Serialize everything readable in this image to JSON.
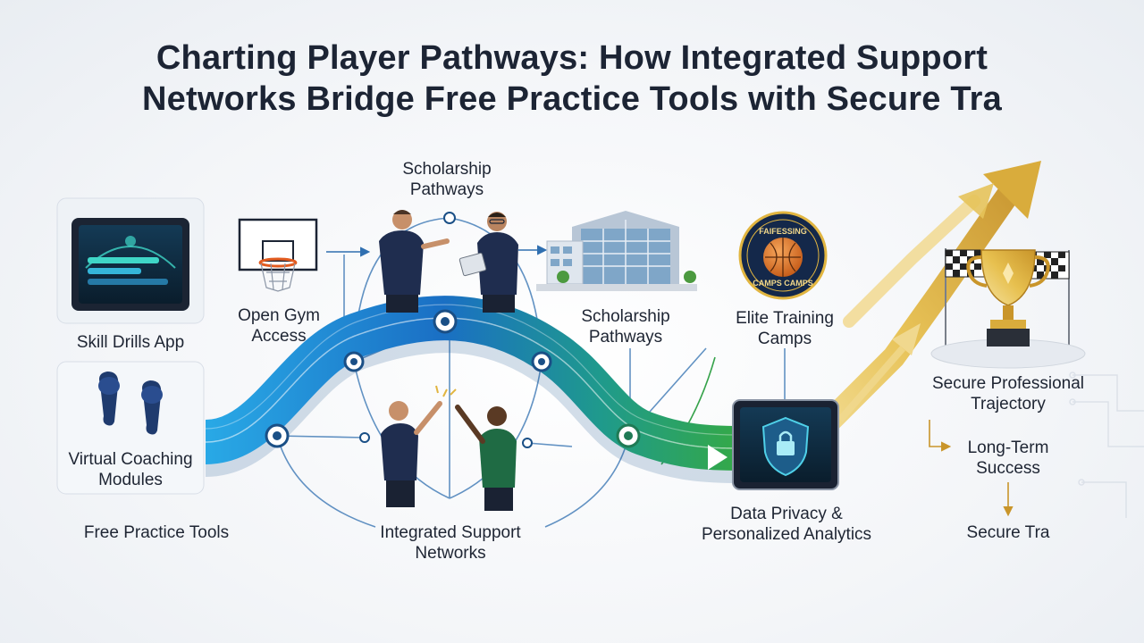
{
  "title": {
    "line1": "Charting Player Pathways: How Integrated Support",
    "line2": "Networks Bridge Free Practice Tools with Secure Tra"
  },
  "labels": {
    "skill_drills": "Skill Drills App",
    "virtual_coaching_1": "Virtual Coaching",
    "virtual_coaching_2": "Modules",
    "free_practice": "Free Practice Tools",
    "open_gym_1": "Open Gym",
    "open_gym_2": "Access",
    "scholarship_top_1": "Scholarship",
    "scholarship_top_2": "Pathways",
    "scholarship_mid_1": "Scholarship",
    "scholarship_mid_2": "Pathways",
    "integrated_1": "Integrated Support",
    "integrated_2": "Networks",
    "elite_1": "Elite Training",
    "elite_2": "Camps",
    "privacy_1": "Data Privacy &",
    "privacy_2": "Personalized Analytics",
    "secure_pro_1": "Secure Professional",
    "secure_pro_2": "Trajectory",
    "long_term_1": "Long-Term",
    "long_term_2": "Success",
    "secure_tra": "Secure Tra",
    "badge_top": "FAIFESSING",
    "badge_bottom": "CAMPS CAMPS"
  },
  "colors": {
    "path_blue": "#1a7ccf",
    "path_green": "#2fa24a",
    "gold": "#e1b540",
    "navy": "#1c2b4a",
    "network_line": "#2f6fb0"
  },
  "icons": [
    "tablet-icon",
    "earbuds-icon",
    "basketball-hoop-icon",
    "coach-icon",
    "building-icon",
    "camp-badge-icon",
    "shield-lock-icon",
    "trophy-icon",
    "checkered-flag-icon",
    "growth-arrow-icon"
  ]
}
